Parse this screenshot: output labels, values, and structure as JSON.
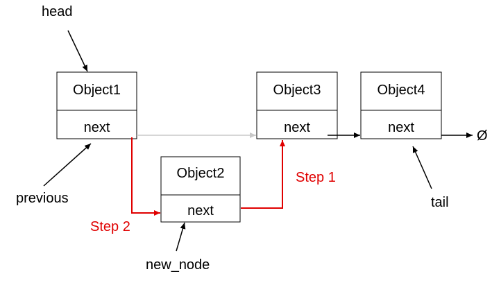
{
  "colors": {
    "line": "#000000",
    "step": "#e00000",
    "old_link": "#c8c8c8",
    "background": "#ffffff"
  },
  "nodes": [
    {
      "id": "object1",
      "name": "Object1",
      "field": "next"
    },
    {
      "id": "object2",
      "name": "Object2",
      "field": "next"
    },
    {
      "id": "object3",
      "name": "Object3",
      "field": "next"
    },
    {
      "id": "object4",
      "name": "Object4",
      "field": "next"
    }
  ],
  "labels": {
    "head": "head",
    "previous": "previous",
    "new_node": "new_node",
    "tail": "tail",
    "null_symbol": "Ø"
  },
  "steps": {
    "step1": "Step 1",
    "step2": "Step 2"
  }
}
